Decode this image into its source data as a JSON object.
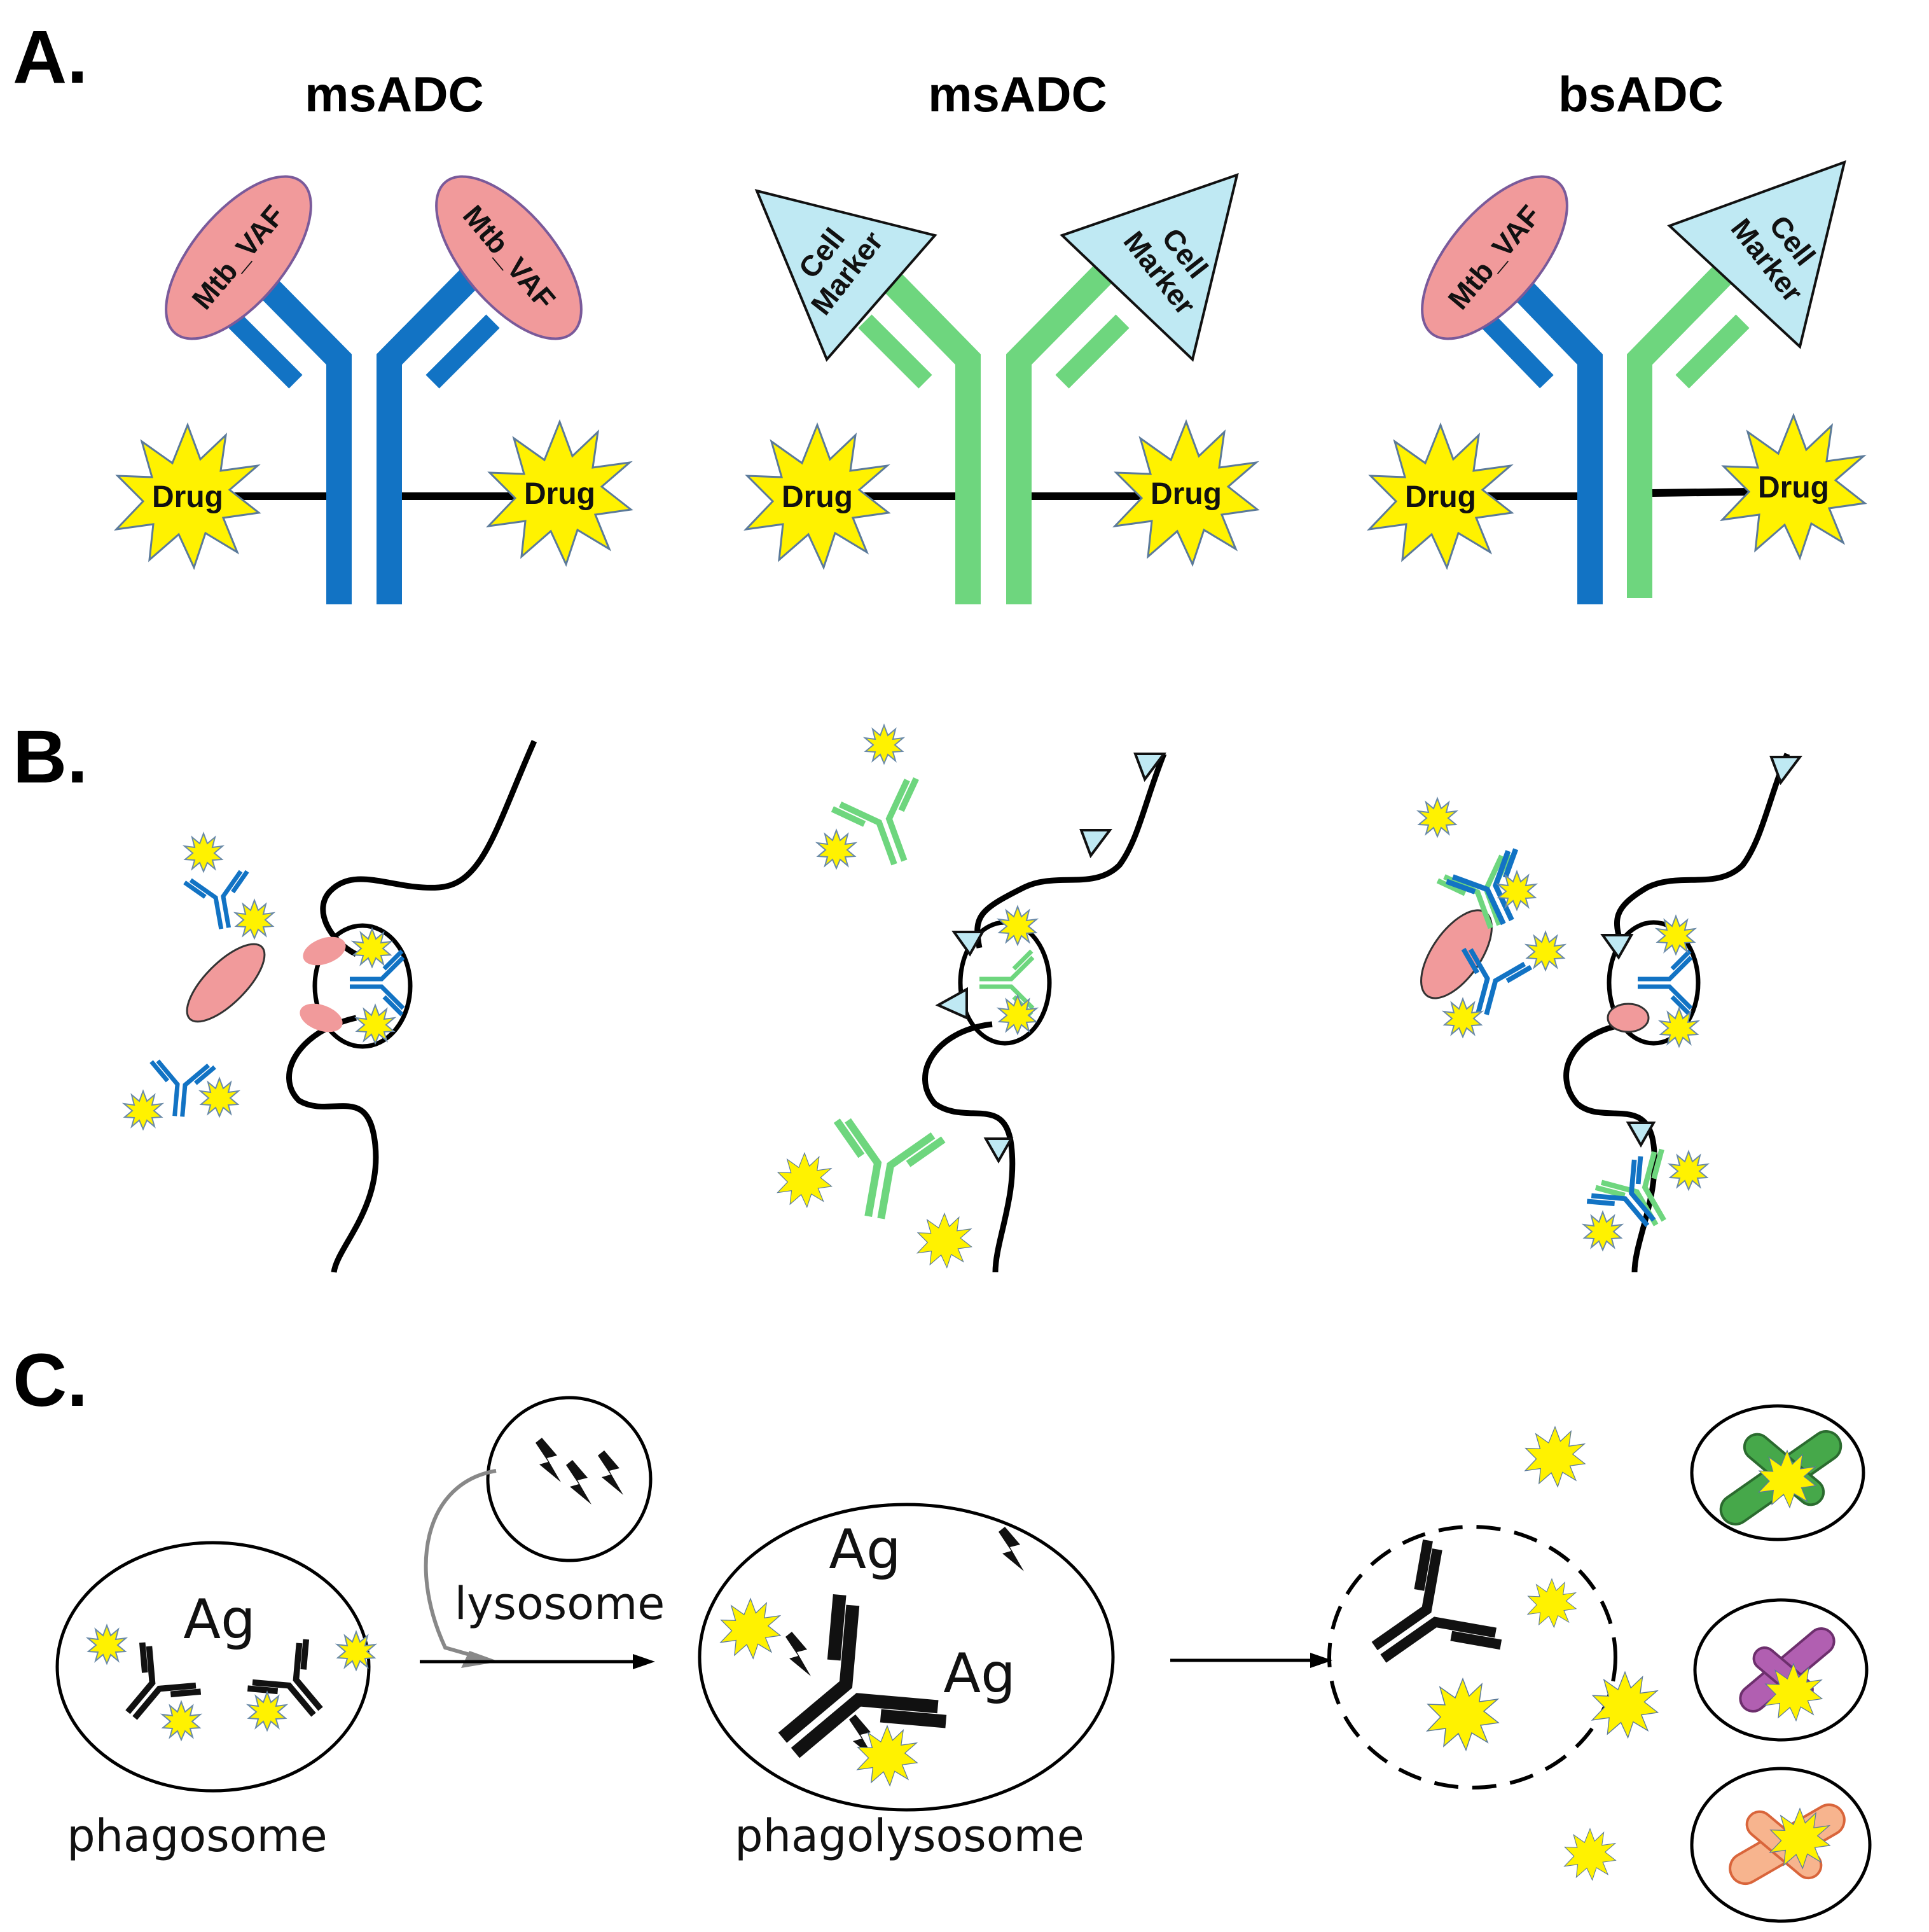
{
  "panels": {
    "a": {
      "label": "A.",
      "columns": [
        {
          "title": "msADC",
          "left_target": "Mtb_VAF",
          "right_target": "Mtb_VAF",
          "left_drug": "Drug",
          "right_drug": "Drug"
        },
        {
          "title": "msADC",
          "left_target": "Cell Marker",
          "right_target": "Cell Marker",
          "left_drug": "Drug",
          "right_drug": "Drug"
        },
        {
          "title": "bsADC",
          "left_target": "Mtb_VAF",
          "right_target": "Cell Marker",
          "left_drug": "Drug",
          "right_drug": "Drug"
        }
      ]
    },
    "b": {
      "label": "B."
    },
    "c": {
      "label": "C.",
      "ag": "Ag",
      "phagosome": "phagosome",
      "lysosome": "lysosome",
      "phagolysosome": "phagolysosome"
    }
  },
  "colors": {
    "blue_antibody": "#1273c4",
    "green_antibody": "#6ed67e",
    "mtb_vaf": "#f19a9b",
    "cell_marker": "#bfe9f3",
    "drug": "#fff200",
    "bacterium_green": "#46a84a",
    "bacterium_purple": "#b15fb1",
    "bacterium_orange": "#f0956c"
  }
}
